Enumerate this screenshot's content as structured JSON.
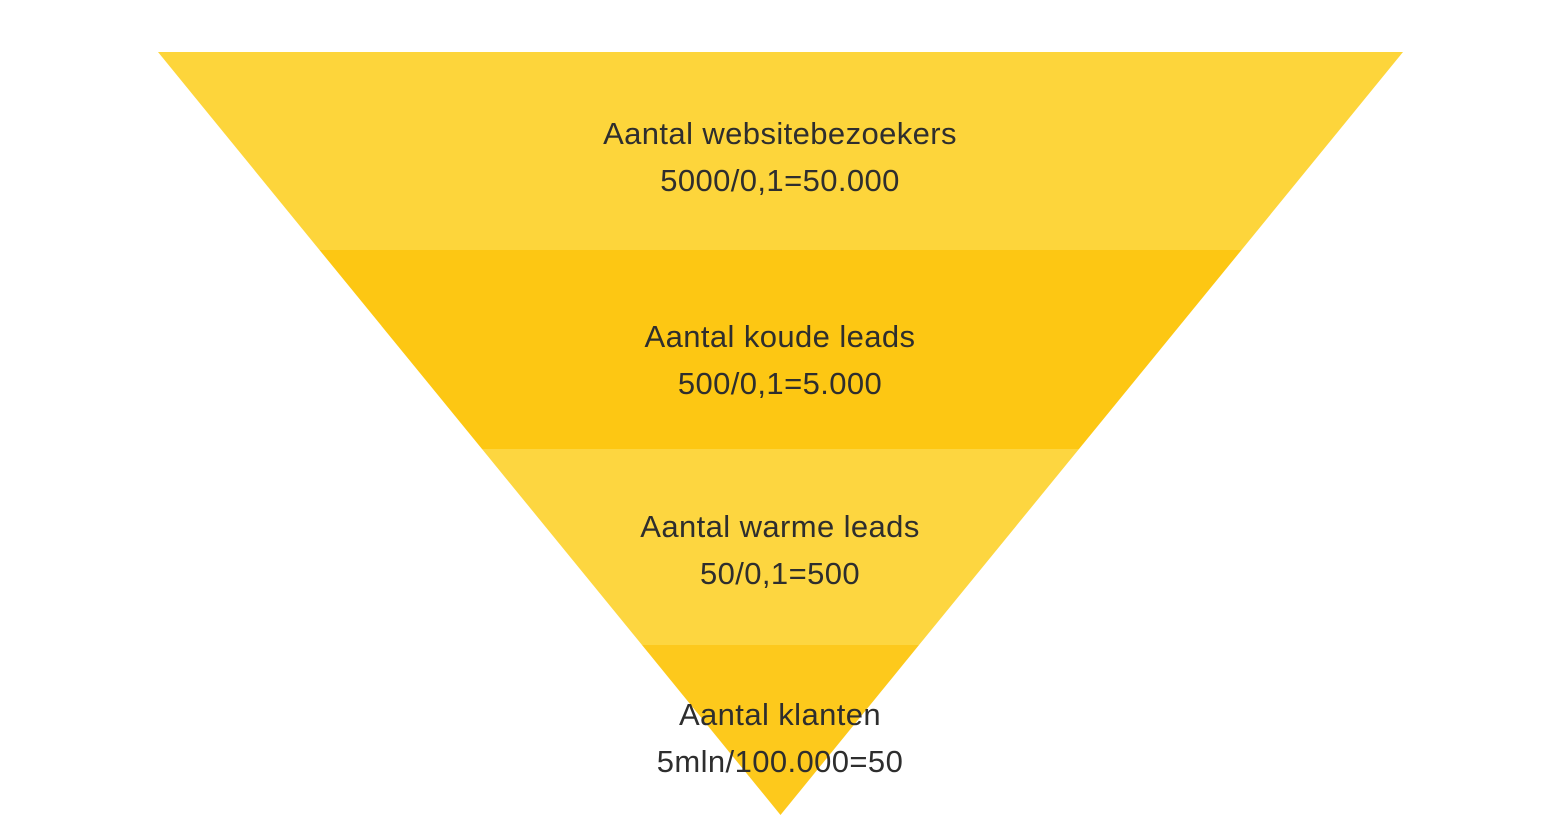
{
  "page": {
    "background_color": "#ffffff"
  },
  "chart_data": {
    "type": "funnel",
    "orientation": "inverted-pyramid",
    "title": "",
    "background": "#ffffff",
    "text_color": "#2e2e2e",
    "layers": [
      {
        "label": "Aantal websitebezoekers",
        "formula": "5000/0,1=50.000",
        "value": 50000,
        "color": "#FDD53B"
      },
      {
        "label": "Aantal koude leads",
        "formula": "500/0,1=5.000",
        "value": 5000,
        "color": "#FDC713"
      },
      {
        "label": "Aantal warme leads",
        "formula": "50/0,1=500",
        "value": 500,
        "color": "#FDD640"
      },
      {
        "label": "Aantal klanten",
        "formula": "5mln/100.000=50",
        "value": 50,
        "color": "#FDC91C"
      }
    ]
  }
}
